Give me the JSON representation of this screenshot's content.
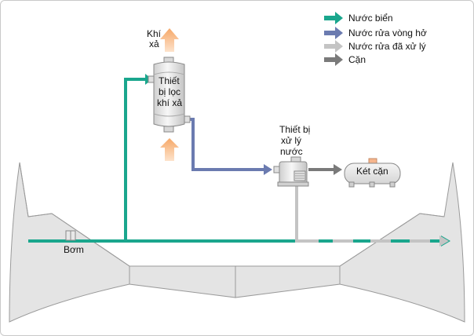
{
  "legend": {
    "seawater": {
      "label": "Nước biển",
      "color": "#1aa68d"
    },
    "open_loop": {
      "label": "Nước rửa vòng hở",
      "color": "#6b7bb0"
    },
    "treated": {
      "label": "Nước rửa đã xử lý",
      "color": "#c0c0c0"
    },
    "sludge": {
      "label": "Cặn",
      "color": "#7a7a7a"
    }
  },
  "labels": {
    "exhaust_gas": [
      "Khí",
      "xả"
    ],
    "scrubber": [
      "Thiết",
      "bị lọc",
      "khí xả"
    ],
    "treatment_unit": [
      "Thiết bị",
      "xử lý",
      "nước"
    ],
    "sludge_tank": "Két cặn",
    "pump": "Bơm"
  },
  "colors": {
    "hull_fill": "#e4e4e4",
    "hull_stroke": "#9a9a9a",
    "arrow_orange": "#f8b27a"
  }
}
